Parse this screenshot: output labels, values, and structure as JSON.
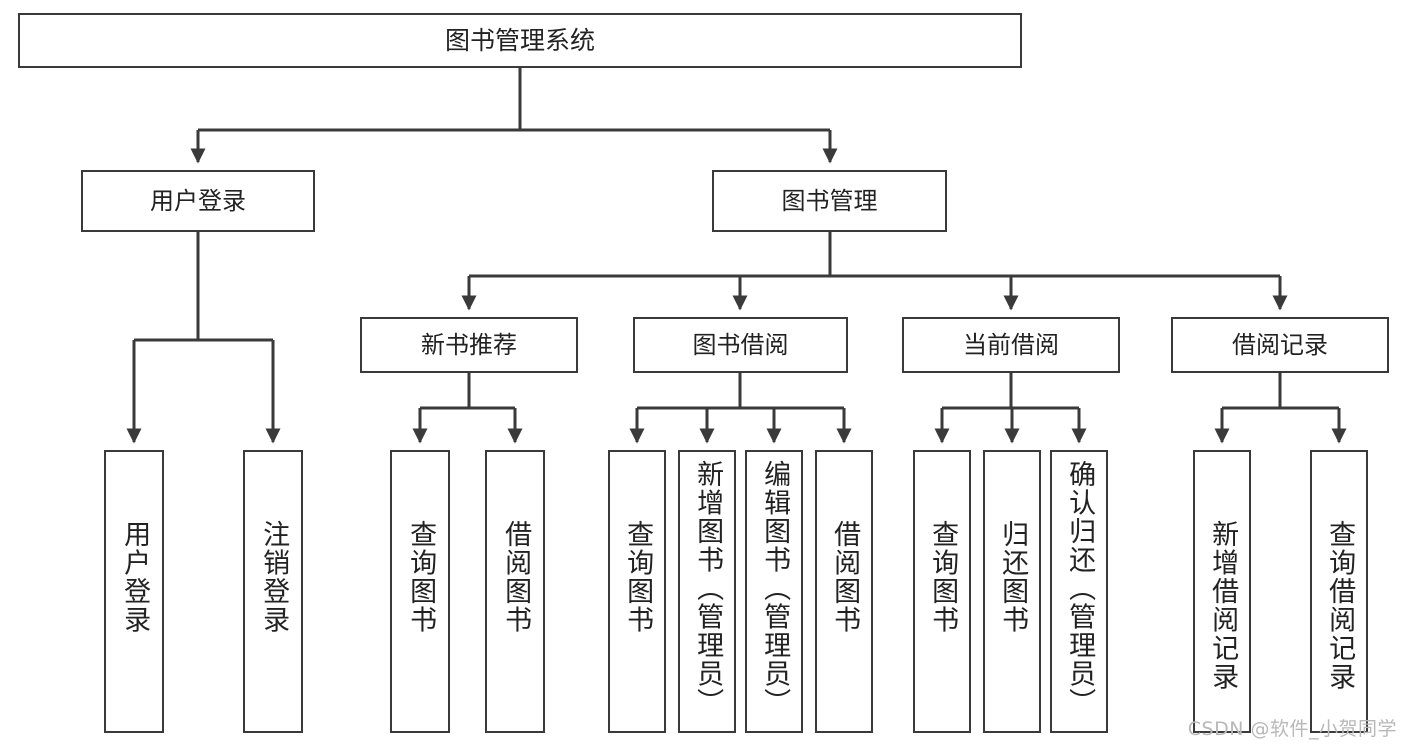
{
  "diagram": {
    "title": "图书管理系统",
    "type": "tree-hierarchy-chart",
    "root": {
      "label": "图书管理系统"
    },
    "level2": [
      {
        "label": "用户登录"
      },
      {
        "label": "图书管理"
      }
    ],
    "level3": [
      {
        "label": "新书推荐"
      },
      {
        "label": "图书借阅"
      },
      {
        "label": "当前借阅"
      },
      {
        "label": "借阅记录"
      }
    ],
    "leaves": {
      "user_login": [
        {
          "label": "用户登录"
        },
        {
          "label": "注销登录"
        }
      ],
      "new_book_recommend": [
        {
          "label": "查询图书"
        },
        {
          "label": "借阅图书"
        }
      ],
      "book_borrow": [
        {
          "label": "查询图书"
        },
        {
          "label": "新增图书（管理员）"
        },
        {
          "label": "编辑图书（管理员）"
        },
        {
          "label": "借阅图书"
        }
      ],
      "current_borrow": [
        {
          "label": "查询图书"
        },
        {
          "label": "归还图书"
        },
        {
          "label": "确认归还（管理员）"
        }
      ],
      "borrow_record": [
        {
          "label": "新增借阅记录"
        },
        {
          "label": "查询借阅记录"
        }
      ]
    }
  },
  "watermark": {
    "text": "CSDN @软件_小贺同学"
  },
  "colors": {
    "stroke": "#3a3a3a",
    "text": "#222222",
    "background": "#ffffff",
    "watermark": "#b8b8b8"
  }
}
